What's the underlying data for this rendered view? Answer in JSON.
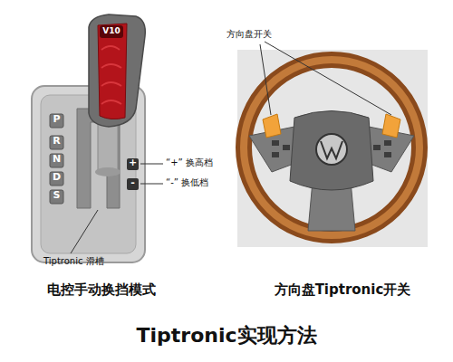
{
  "diagram": {
    "title": "Tiptronic实现方法",
    "labels": [
      "方向盘开关",
      "V10",
      "P",
      "R",
      "N",
      "D",
      "S",
      "+",
      "-",
      "“+” 换高档",
      "“-” 换低档",
      "Tiptronic 滑槽",
      "电控手动换挡模式",
      "方向盘Tiptronic开关"
    ]
  }
}
